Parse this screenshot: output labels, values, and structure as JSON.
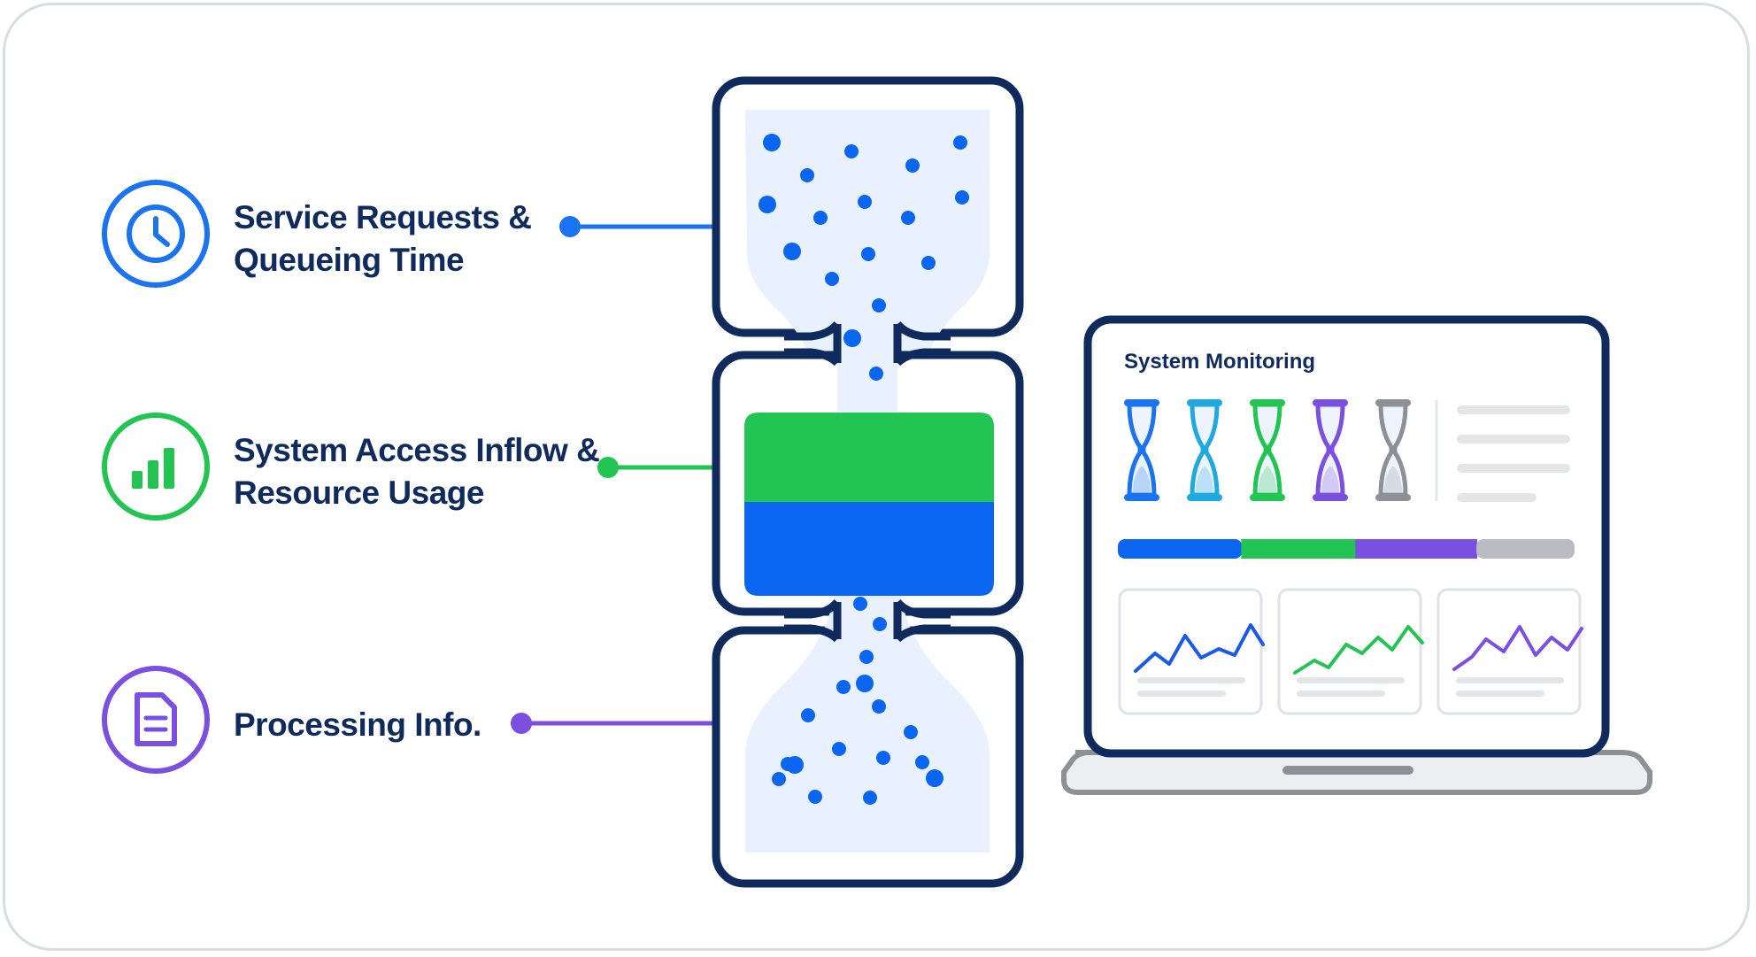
{
  "items": [
    {
      "lines": [
        "Service Requests &",
        "Queueing Time"
      ],
      "icon": "clock-icon",
      "color": "#1a73f0"
    },
    {
      "lines": [
        "System Access Inflow &",
        "Resource Usage"
      ],
      "icon": "bar-chart-icon",
      "color": "#22c552"
    },
    {
      "lines": [
        "Processing Info."
      ],
      "icon": "document-icon",
      "color": "#7b4fe0"
    }
  ],
  "monitor": {
    "title": "System Monitoring",
    "hourglass_colors": [
      "#1a73f0",
      "#20a8e0",
      "#22c552",
      "#7b4fe0",
      "#8d9096"
    ],
    "usage_segments": [
      {
        "value": 0.27,
        "color": "#0a66f0"
      },
      {
        "value": 0.25,
        "color": "#22c552"
      },
      {
        "value": 0.265,
        "color": "#7b4fe0"
      },
      {
        "value": 0.215,
        "color": "#b9bcc2"
      }
    ],
    "mini_chart_colors": [
      "#1a5ae8",
      "#22c552",
      "#7b4fe0"
    ]
  },
  "colors": {
    "navy": "#0f2a5c",
    "blue": "#0a66f0",
    "green": "#22c552",
    "purple": "#7b4fe0",
    "sand": "#e8f1fd"
  }
}
